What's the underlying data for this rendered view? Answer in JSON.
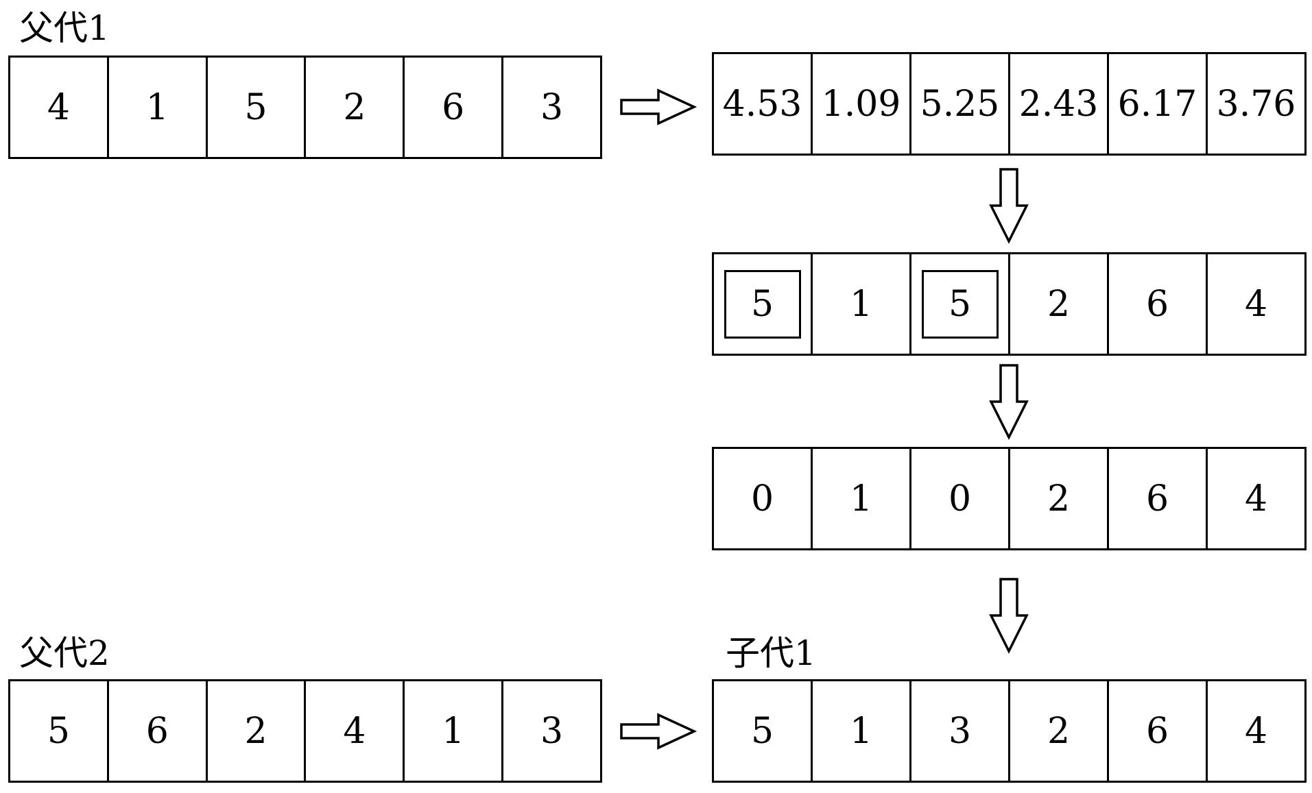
{
  "parent1": {
    "label": "父代1",
    "genes": [
      "4",
      "1",
      "5",
      "2",
      "6",
      "3"
    ]
  },
  "random_keys": {
    "values": [
      "4.53",
      "1.09",
      "5.25",
      "2.43",
      "6.17",
      "3.76"
    ]
  },
  "rounded": {
    "values": [
      "5",
      "1",
      "5",
      "2",
      "6",
      "4"
    ],
    "highlighted_positions": [
      0,
      2
    ]
  },
  "zeroed": {
    "values": [
      "0",
      "1",
      "0",
      "2",
      "6",
      "4"
    ]
  },
  "parent2": {
    "label": "父代2",
    "genes": [
      "5",
      "6",
      "2",
      "4",
      "1",
      "3"
    ]
  },
  "child1": {
    "label": "子代1",
    "genes": [
      "5",
      "1",
      "3",
      "2",
      "6",
      "4"
    ]
  }
}
